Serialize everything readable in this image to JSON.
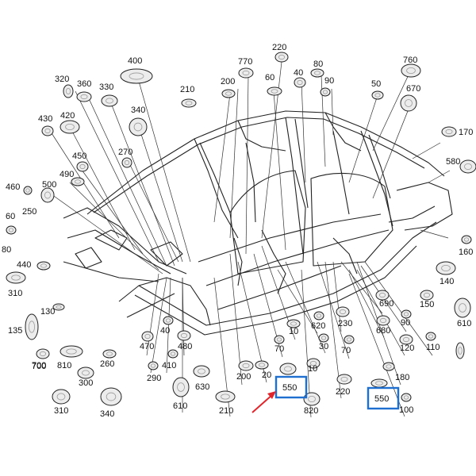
{
  "diagram": {
    "colors": {
      "ink": "#222222",
      "leader": "#333333",
      "highlight": "#1f6fd1",
      "arrow": "#e0262d",
      "part": "#9a9a9a"
    },
    "labels": [
      {
        "id": "p400a",
        "text": "400"
      },
      {
        "id": "p320",
        "text": "320"
      },
      {
        "id": "p360",
        "text": "360"
      },
      {
        "id": "p330",
        "text": "330"
      },
      {
        "id": "p340a",
        "text": "340"
      },
      {
        "id": "p430",
        "text": "430"
      },
      {
        "id": "p420",
        "text": "420"
      },
      {
        "id": "p450",
        "text": "450"
      },
      {
        "id": "p270",
        "text": "270"
      },
      {
        "id": "p490",
        "text": "490"
      },
      {
        "id": "p500",
        "text": "500"
      },
      {
        "id": "p460",
        "text": "460"
      },
      {
        "id": "p250",
        "text": "250"
      },
      {
        "id": "p60a",
        "text": "60"
      },
      {
        "id": "p80a",
        "text": "80"
      },
      {
        "id": "p440",
        "text": "440"
      },
      {
        "id": "p310a",
        "text": "310"
      },
      {
        "id": "p130",
        "text": "130"
      },
      {
        "id": "p135",
        "text": "135"
      },
      {
        "id": "p700",
        "text": "700"
      },
      {
        "id": "p810",
        "text": "810"
      },
      {
        "id": "p260",
        "text": "260"
      },
      {
        "id": "p300",
        "text": "300"
      },
      {
        "id": "p310b",
        "text": "310"
      },
      {
        "id": "p340b",
        "text": "340"
      },
      {
        "id": "p210a",
        "text": "210"
      },
      {
        "id": "p200a",
        "text": "200"
      },
      {
        "id": "p770",
        "text": "770"
      },
      {
        "id": "p220a",
        "text": "220"
      },
      {
        "id": "p60b",
        "text": "60"
      },
      {
        "id": "p80b",
        "text": "80"
      },
      {
        "id": "p40a",
        "text": "40"
      },
      {
        "id": "p90a",
        "text": "90"
      },
      {
        "id": "p50",
        "text": "50"
      },
      {
        "id": "p760",
        "text": "760"
      },
      {
        "id": "p670",
        "text": "670"
      },
      {
        "id": "p170",
        "text": "170"
      },
      {
        "id": "p580",
        "text": "580"
      },
      {
        "id": "p160",
        "text": "160"
      },
      {
        "id": "p140",
        "text": "140"
      },
      {
        "id": "p150",
        "text": "150"
      },
      {
        "id": "p610a",
        "text": "610"
      },
      {
        "id": "p690",
        "text": "690"
      },
      {
        "id": "p680",
        "text": "680"
      },
      {
        "id": "p90b",
        "text": "90"
      },
      {
        "id": "p120",
        "text": "120"
      },
      {
        "id": "p110",
        "text": "110"
      },
      {
        "id": "p620",
        "text": "620"
      },
      {
        "id": "p230",
        "text": "230"
      },
      {
        "id": "p470",
        "text": "470"
      },
      {
        "id": "p40b",
        "text": "40"
      },
      {
        "id": "p480",
        "text": "480"
      },
      {
        "id": "p70a",
        "text": "70"
      },
      {
        "id": "p10",
        "text": "10"
      },
      {
        "id": "p30",
        "text": "30"
      },
      {
        "id": "p70b",
        "text": "70"
      },
      {
        "id": "p290",
        "text": "290"
      },
      {
        "id": "p410",
        "text": "410"
      },
      {
        "id": "p630",
        "text": "630"
      },
      {
        "id": "p20",
        "text": "20"
      },
      {
        "id": "p200b",
        "text": "200"
      },
      {
        "id": "p210b",
        "text": "210"
      },
      {
        "id": "p610b",
        "text": "610"
      },
      {
        "id": "p220b",
        "text": "220"
      },
      {
        "id": "p820",
        "text": "820"
      },
      {
        "id": "p180",
        "text": "180"
      },
      {
        "id": "p100",
        "text": "100"
      },
      {
        "id": "p700b",
        "text": "700"
      },
      {
        "id": "p10b",
        "text": "10"
      }
    ],
    "highlighted": [
      {
        "id": "h550a",
        "text": "550"
      },
      {
        "id": "h550b",
        "text": "550"
      }
    ]
  }
}
